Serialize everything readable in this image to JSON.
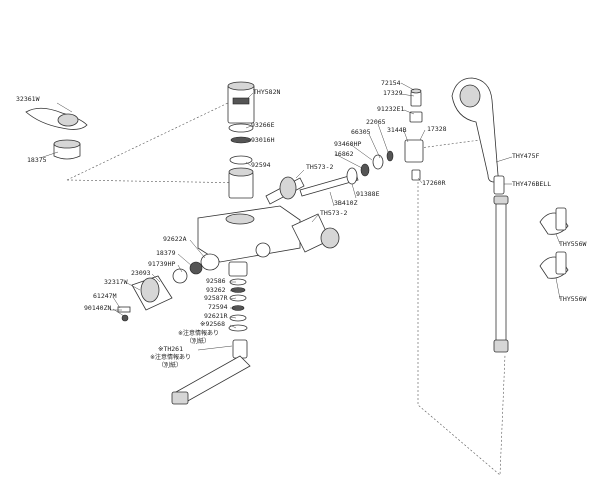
{
  "labels": {
    "p32361w": "32361W",
    "p18375": "18375",
    "thy582n": "THY582N",
    "p93266e": "93266E",
    "p93016h": "93016H",
    "p92594": "92594",
    "th573_top": "TH573-2",
    "p72154": "72154",
    "p17329": "17329",
    "p91232e1": "91232E1",
    "p22065": "22065",
    "p66305": "66305",
    "p3144b": "3144B",
    "p17328": "17328",
    "p93460hp": "93460HP",
    "p16862": "16862",
    "p91388e": "91388E",
    "p38410z": "3B410Z",
    "th573_bot": "TH573-2",
    "p17260r": "17260R",
    "thy475f": "THY475F",
    "thy476bell": "THY476BELL",
    "p92622a": "92622A",
    "p18379": "18379",
    "p91739hp": "91739HP",
    "p23093": "23093",
    "p32317w": "32317W",
    "p61247m": "61247M",
    "p90140zn": "90140ZN",
    "p92586": "92586",
    "p93262": "93262",
    "p92587r": "92587R",
    "p72594": "72594",
    "p92621r": "92621R",
    "p92568": "※92568",
    "note1a": "※注意情報あり",
    "note1b": "（別紙）",
    "th261": "※TH261",
    "note2a": "※注意情報あり",
    "note2b": "（別紙）",
    "thy556w_top": "THY556W",
    "thy556w_bot": "THY556W"
  }
}
